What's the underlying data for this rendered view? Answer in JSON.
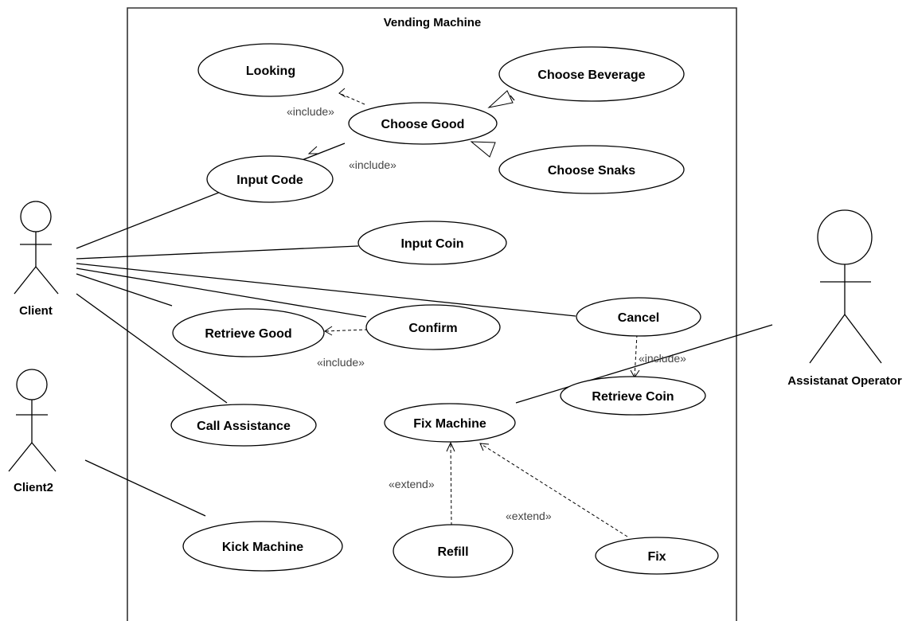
{
  "system": {
    "title": "Vending Machine"
  },
  "actors": {
    "client": "Client",
    "client2": "Client2",
    "operator": "Assistanat Operator"
  },
  "use_cases": {
    "looking": "Looking",
    "choose_beverage": "Choose Beverage",
    "choose_good": "Choose Good",
    "choose_snaks": "Choose Snaks",
    "input_code": "Input Code",
    "input_coin": "Input Coin",
    "cancel": "Cancel",
    "retrieve_good": "Retrieve Good",
    "confirm": "Confirm",
    "retrieve_coin": "Retrieve Coin",
    "call_assistance": "Call Assistance",
    "fix_machine": "Fix Machine",
    "refill": "Refill",
    "fix": "Fix",
    "kick_machine": "Kick Machine"
  },
  "stereotypes": {
    "include_looking": "«include»",
    "include_input_code": "«include»",
    "include_retrieve_good": "«include»",
    "include_retrieve_coin": "«include»",
    "extend_refill": "«extend»",
    "extend_fix": "«extend»"
  }
}
